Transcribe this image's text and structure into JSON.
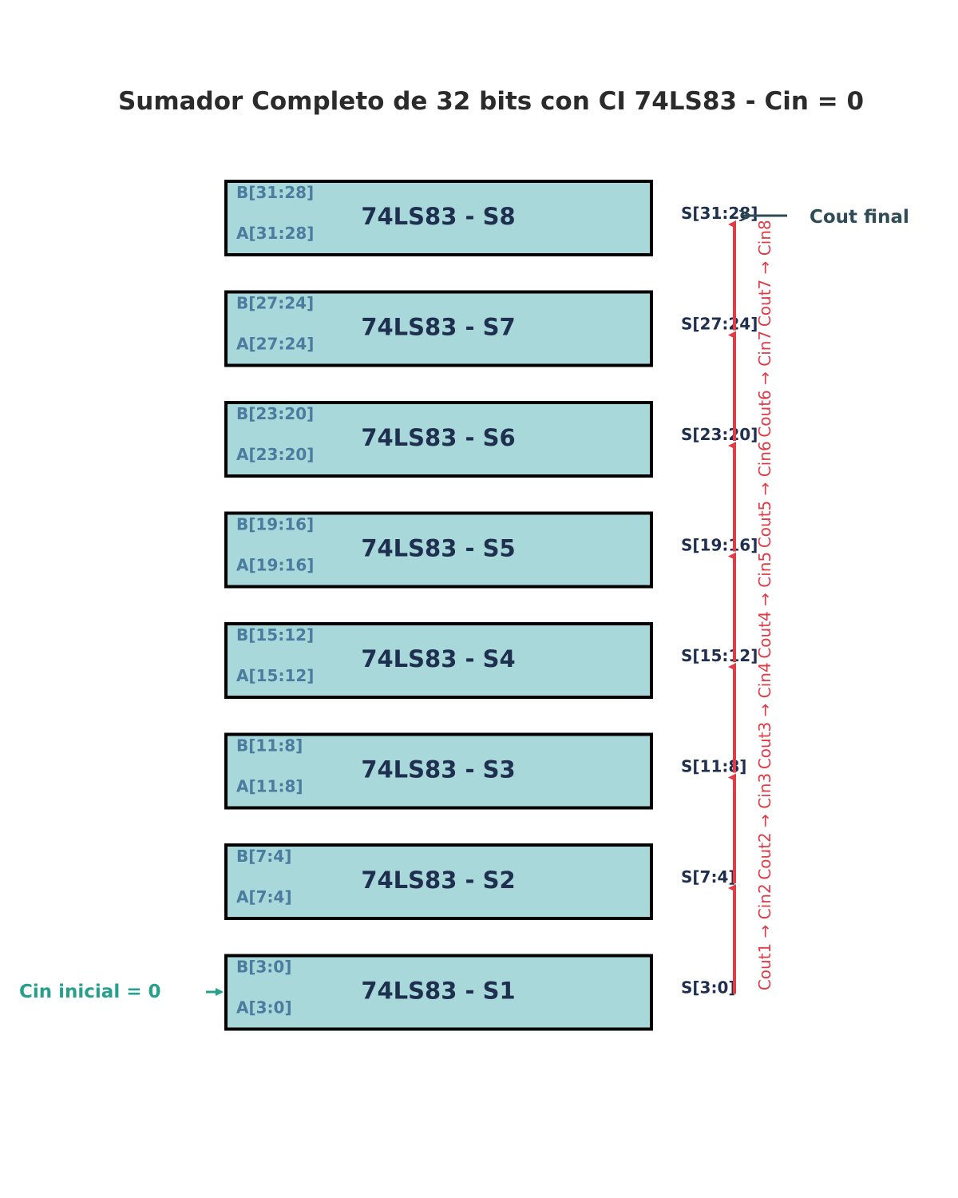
{
  "title": "Sumador Completo de 32 bits con CI 74LS83 - Cin = 0",
  "stages": [
    {
      "name": "74LS83 - S8",
      "b": "B[31:28]",
      "a": "A[31:28]",
      "s": "S[31:28]"
    },
    {
      "name": "74LS83 - S7",
      "b": "B[27:24]",
      "a": "A[27:24]",
      "s": "S[27:24]"
    },
    {
      "name": "74LS83 - S6",
      "b": "B[23:20]",
      "a": "A[23:20]",
      "s": "S[23:20]"
    },
    {
      "name": "74LS83 - S5",
      "b": "B[19:16]",
      "a": "A[19:16]",
      "s": "S[19:16]"
    },
    {
      "name": "74LS83 - S4",
      "b": "B[15:12]",
      "a": "A[15:12]",
      "s": "S[15:12]"
    },
    {
      "name": "74LS83 - S3",
      "b": "B[11:8]",
      "a": "A[11:8]",
      "s": "S[11:8]"
    },
    {
      "name": "74LS83 - S2",
      "b": "B[7:4]",
      "a": "A[7:4]",
      "s": "S[7:4]"
    },
    {
      "name": "74LS83 - S1",
      "b": "B[3:0]",
      "a": "A[3:0]",
      "s": "S[3:0]"
    }
  ],
  "carries": [
    "Cout7 → Cin8",
    "Cout6 → Cin7",
    "Cout5 → Cin6",
    "Cout4 → Cin5",
    "Cout3 → Cin4",
    "Cout2 → Cin3",
    "Cout1 → Cin2"
  ],
  "cin_initial": "Cin inicial = 0",
  "cout_final": "Cout final",
  "colors": {
    "box_fill": "#a8d8da",
    "carry": "#e03c46",
    "cin": "#26a08c",
    "cout": "#2f4b57"
  }
}
